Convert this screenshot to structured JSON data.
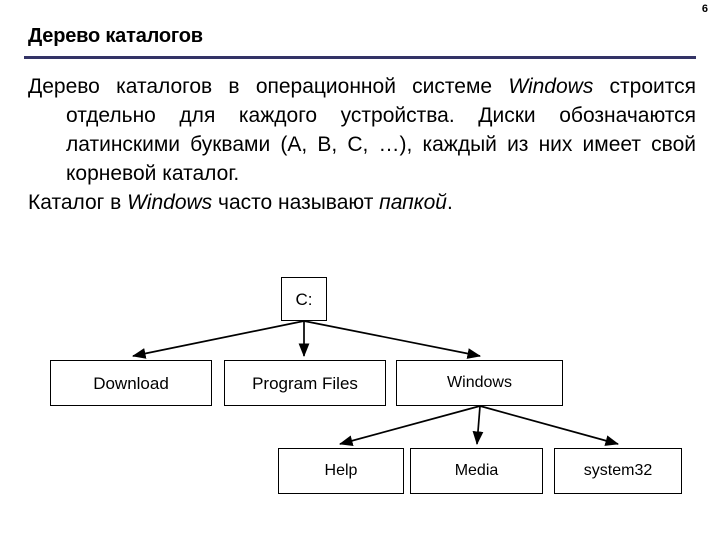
{
  "slide": {
    "number": "6",
    "title": "Дерево каталогов",
    "rule_color": "#333366"
  },
  "body": {
    "paragraphs": [
      {
        "level": 1,
        "runs": [
          {
            "text": "Дерево каталогов в операционной системе ",
            "italic": false
          },
          {
            "text": "Windows",
            "italic": true
          },
          {
            "text": " строится отдельно для каждого устройства. Диски обозначаются латинскими буквами (A, B, C, …), каждый из них имеет свой корневой каталог.",
            "italic": false
          }
        ]
      },
      {
        "level": 2,
        "runs": [
          {
            "text": "Каталог в ",
            "italic": false
          },
          {
            "text": "Windows",
            "italic": true
          },
          {
            "text": " часто называют ",
            "italic": false
          },
          {
            "text": "папкой",
            "italic": true
          },
          {
            "text": ".",
            "italic": false
          }
        ]
      }
    ]
  },
  "diagram": {
    "type": "tree",
    "root": "C:",
    "nodes": [
      {
        "id": "drive-c",
        "label": "C:",
        "level": 0,
        "parent": null
      },
      {
        "id": "download",
        "label": "Download",
        "level": 1,
        "parent": "drive-c"
      },
      {
        "id": "program",
        "label": "Program Files",
        "level": 1,
        "parent": "drive-c"
      },
      {
        "id": "windows",
        "label": "Windows",
        "level": 1,
        "parent": "drive-c"
      },
      {
        "id": "help",
        "label": "Help",
        "level": 2,
        "parent": "windows"
      },
      {
        "id": "media",
        "label": "Media",
        "level": 2,
        "parent": "windows"
      },
      {
        "id": "system32",
        "label": "system32",
        "level": 2,
        "parent": "windows"
      }
    ],
    "edges": [
      {
        "from": "drive-c",
        "to": "download"
      },
      {
        "from": "drive-c",
        "to": "program"
      },
      {
        "from": "drive-c",
        "to": "windows"
      },
      {
        "from": "windows",
        "to": "help"
      },
      {
        "from": "windows",
        "to": "media"
      },
      {
        "from": "windows",
        "to": "system32"
      }
    ],
    "line_color": "#000000",
    "box_fill": "#ffffff"
  }
}
